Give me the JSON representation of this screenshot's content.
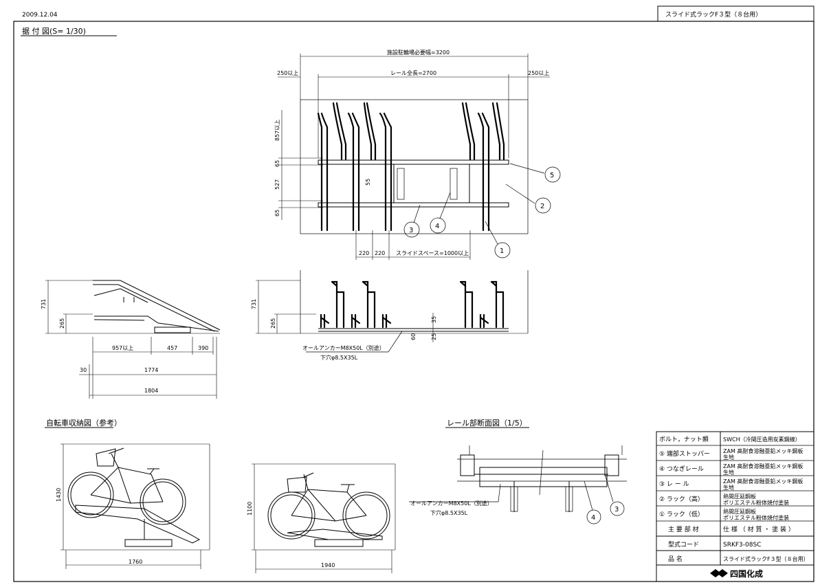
{
  "header": {
    "date": "2009.12.04",
    "title_box": "スライド式ラックF３型（８台用）"
  },
  "views": {
    "plan_title": "据 付 図(S= 1/30)",
    "bicycle_title": "自転車収納図（参考）",
    "rail_title": "レール部断面図（1/5）"
  },
  "dims": {
    "total_width": "施設駐輪場必要幅=3200",
    "left_margin": "250以上",
    "rail_length": "レール全長=2700",
    "right_margin": "250以上",
    "h_857": "857以上",
    "h_65a": "65",
    "h_527": "527",
    "h_65b": "65",
    "d_55": "55",
    "d_220a": "220",
    "d_220b": "220",
    "slide_space": "スライドスペース=1000以上",
    "h_731a": "731",
    "h_265a": "265",
    "d_957": "957以上",
    "d_457": "457",
    "d_390": "390",
    "d_30": "30",
    "d_1774": "1774",
    "d_1804": "1804",
    "h_731b": "731",
    "h_265b": "265",
    "d_35": "35",
    "d_25": "25",
    "d_60": "60",
    "anchor1": "オールアンカーM8X50L（別途）",
    "hole1": "下穴φ8.5X35L",
    "h_1430": "1430",
    "d_1760": "1760",
    "h_1100": "1100",
    "d_1940": "1940",
    "anchor2": "オールアンカーM8X50L（別途）",
    "hole2": "下穴φ8.5X35L"
  },
  "callouts": [
    "5",
    "2",
    "1",
    "3",
    "4",
    "4",
    "3"
  ],
  "parts_table": {
    "rows": [
      {
        "name": "ボルト，ナット類",
        "spec1": "SWCH（冷間圧造用炭素鋼線）",
        "spec2": ""
      },
      {
        "name": "⑤ 端部ストッパー",
        "spec1": "ZAM 高耐食溶融亜鉛メッキ鋼板",
        "spec2": "生地"
      },
      {
        "name": "④ つなぎレール",
        "spec1": "ZAM 高耐食溶融亜鉛メッキ鋼板",
        "spec2": "生地"
      },
      {
        "name": "③ レ ー ル",
        "spec1": "ZAM 高耐食溶融亜鉛メッキ鋼板",
        "spec2": "生地"
      },
      {
        "name": "② ラック（高）",
        "spec1": "熱間圧延鋼板",
        "spec2": "ポリエステル粉体焼付塗装"
      },
      {
        "name": "① ラック（低）",
        "spec1": "熱間圧延鋼板",
        "spec2": "ポリエステル粉体焼付塗装"
      }
    ],
    "header_name": "主 要 部 材",
    "header_spec": "仕 様 （ 材 質 ・ 塗 装 ）",
    "code_label": "型式コード",
    "code_value": "SRKF3-08SC",
    "product_label": "品     名",
    "product_value": "スライド式ラックF３型（８台用）",
    "company": "四国化成"
  }
}
